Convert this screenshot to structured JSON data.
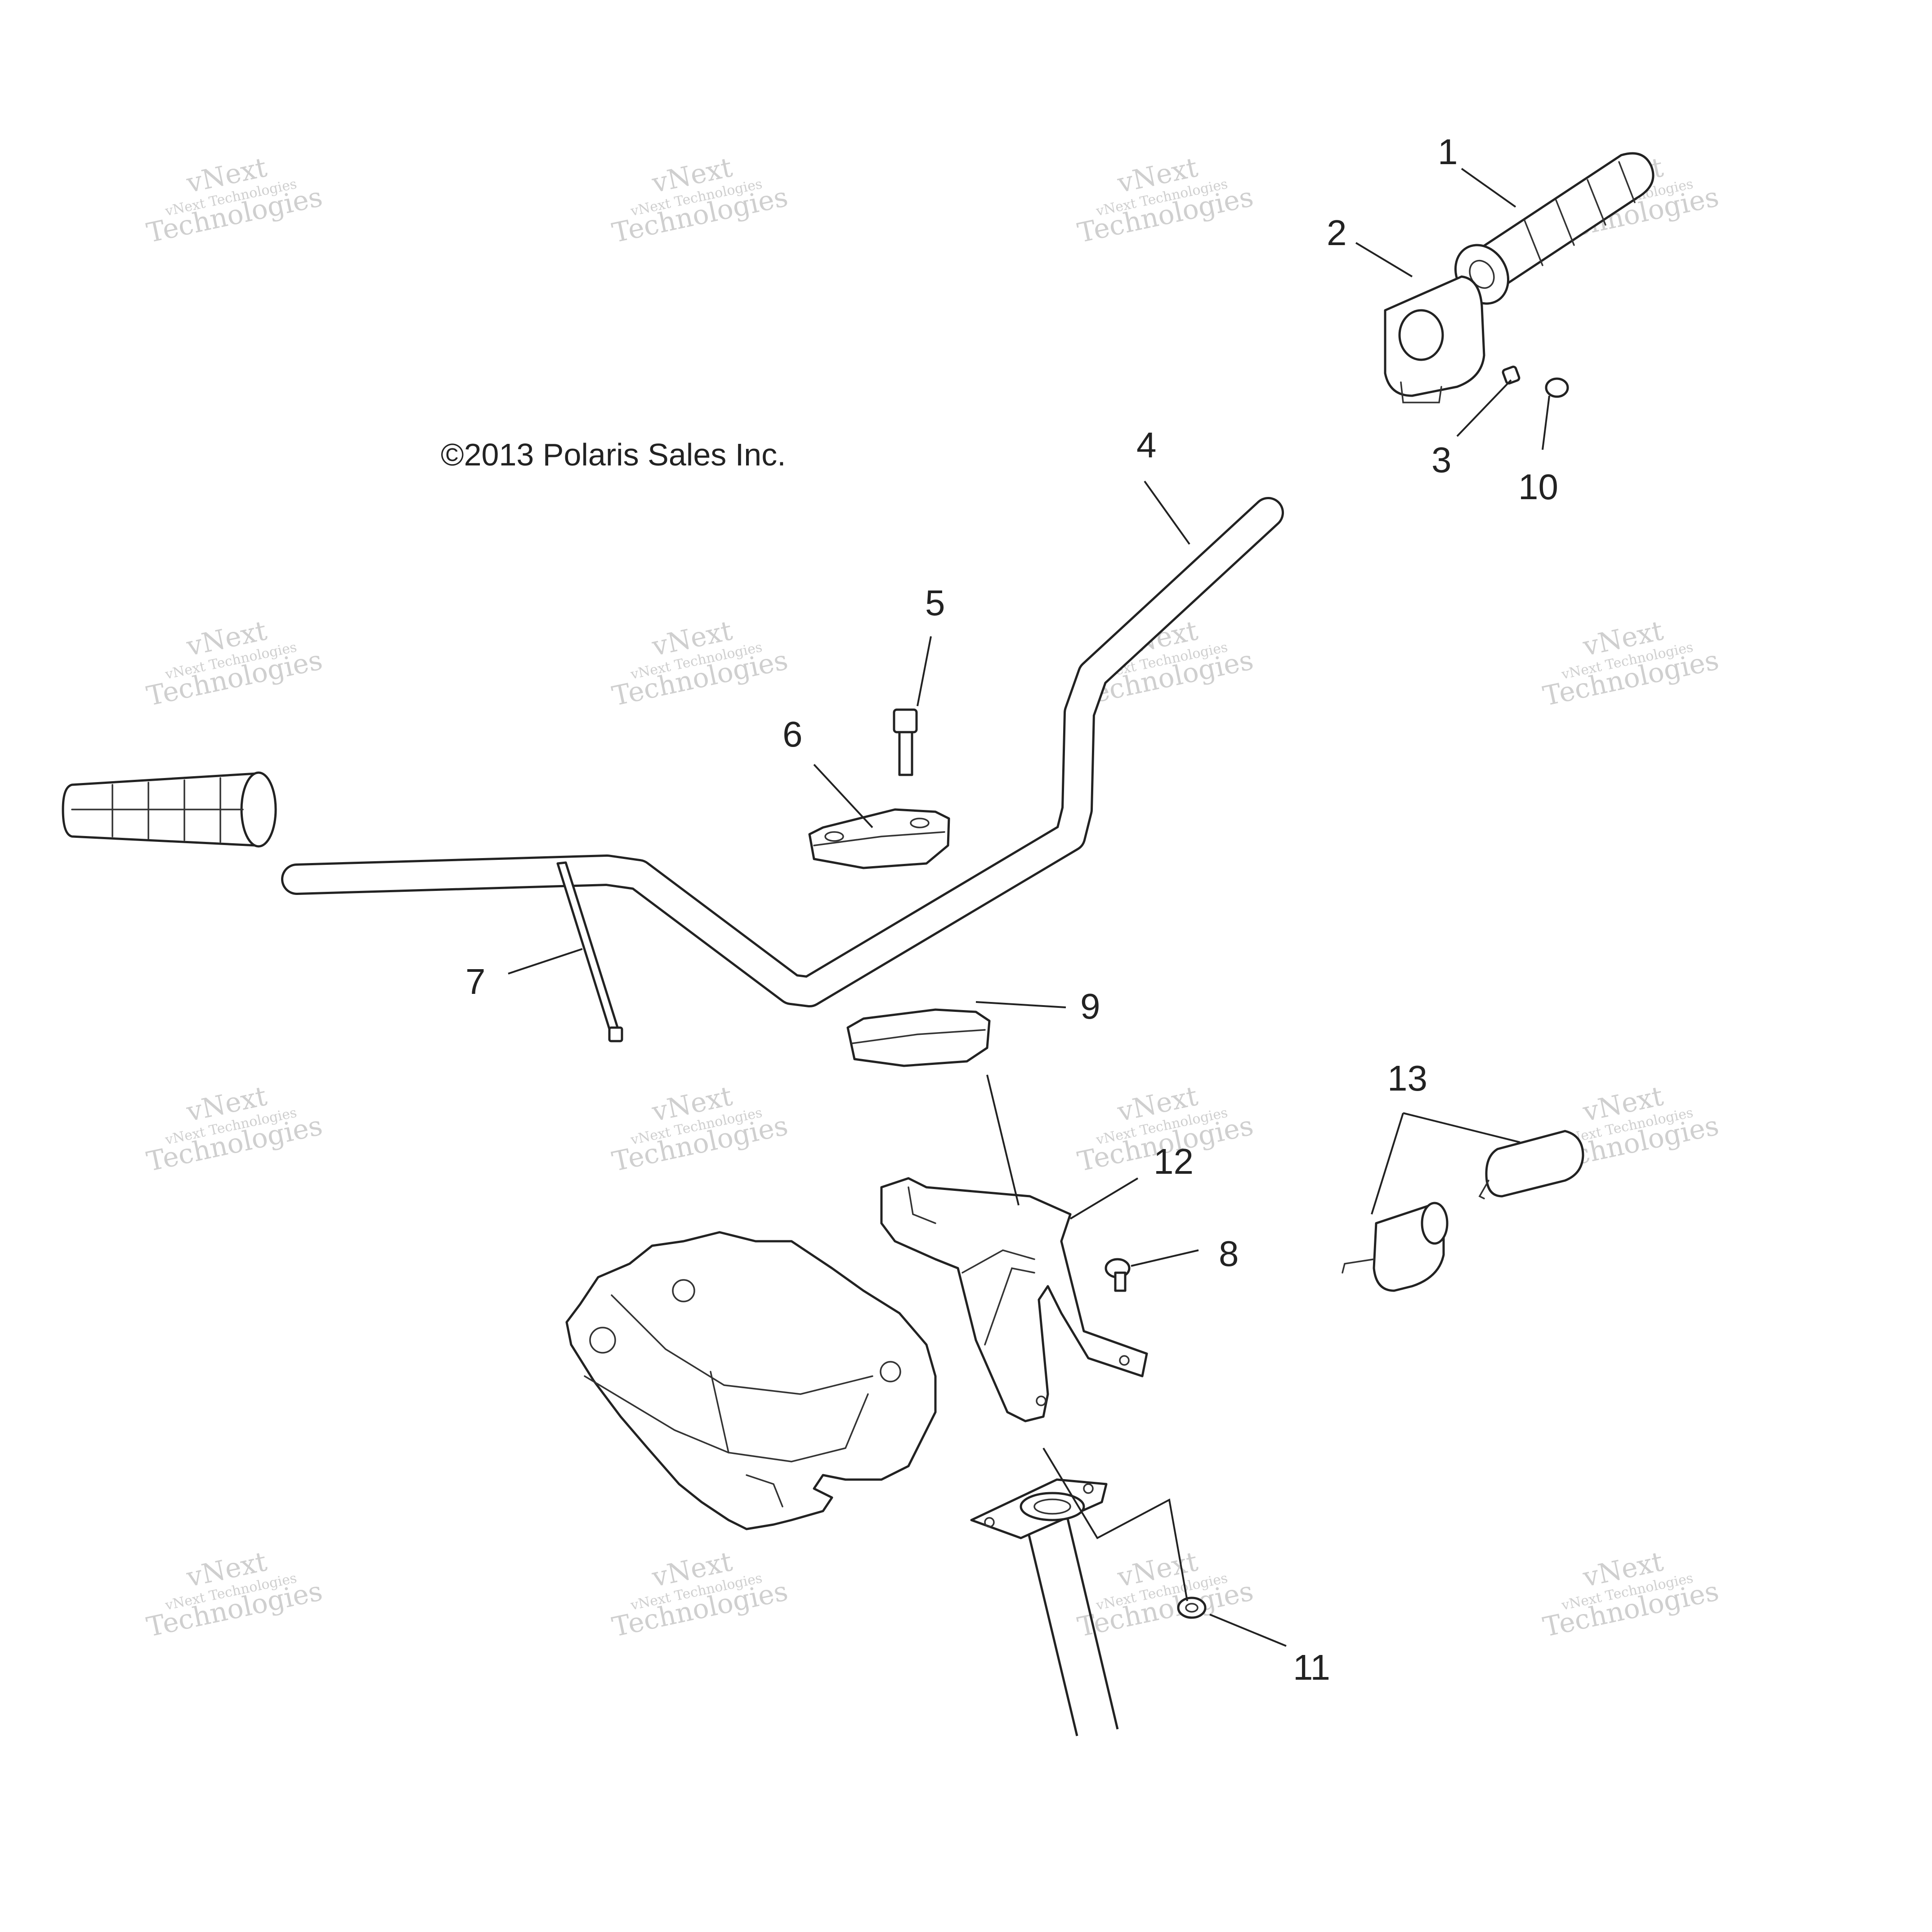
{
  "copyright": "©2013 Polaris Sales Inc.",
  "watermark": {
    "line1": "vNext",
    "line2": "vNext Technologies",
    "line3": "Technologies"
  },
  "callouts": {
    "c1": "1",
    "c2": "2",
    "c3": "3",
    "c4": "4",
    "c5": "5",
    "c6": "6",
    "c7": "7",
    "c8": "8",
    "c9": "9",
    "c10": "10",
    "c11": "11",
    "c12": "12",
    "c13": "13"
  }
}
